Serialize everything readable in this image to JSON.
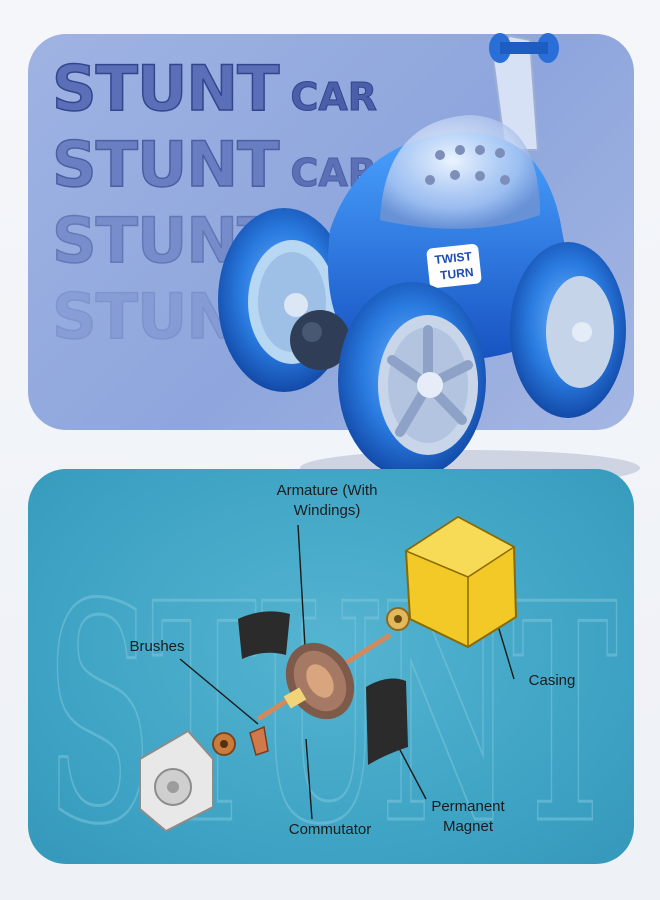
{
  "top_panel": {
    "headline_big": "STUNT",
    "headline_small": "CAR",
    "car_badge_line1": "TWIST",
    "car_badge_line2": "TURN",
    "colors": {
      "panel": "#9fb3e3",
      "car_blue": "#2a6fd8",
      "text": "#5b6fb8"
    }
  },
  "bottom_panel": {
    "watermark": "STUNT",
    "labels": {
      "armature_line1": "Armature (With",
      "armature_line2": "Windings)",
      "brushes": "Brushes",
      "casing": "Casing",
      "magnet_line1": "Permanent",
      "magnet_line2": "Magnet",
      "commutator": "Commutator"
    },
    "colors": {
      "panel": "#3ea3c4",
      "casing": "#f3c928",
      "magnet": "#2a2a2a",
      "copper": "#d27a4a"
    }
  }
}
